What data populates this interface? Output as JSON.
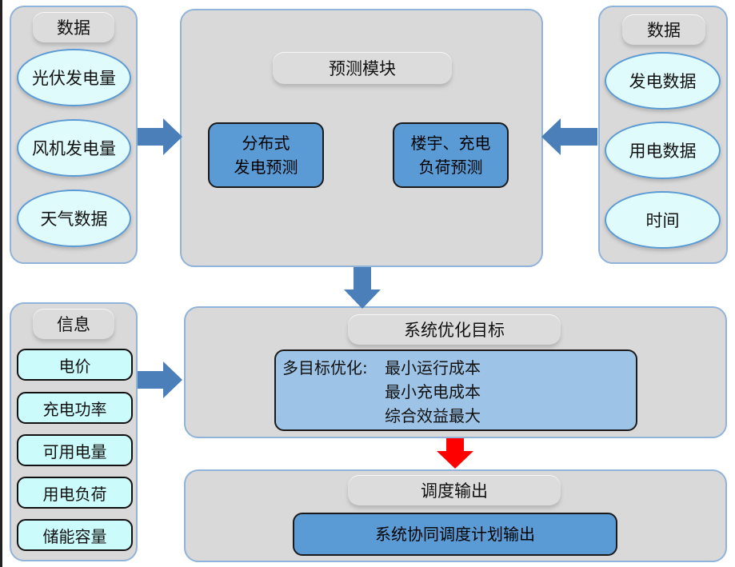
{
  "left_data": {
    "title": "数据",
    "items": [
      "光伏发电量",
      "风机发电量",
      "天气数据"
    ]
  },
  "prediction": {
    "title": "预测模块",
    "box1_line1": "分布式",
    "box1_line2": "发电预测",
    "box2_line1": "楼宇、充电",
    "box2_line2": "负荷预测"
  },
  "right_data": {
    "title": "数据",
    "items": [
      "发电数据",
      "用电数据",
      "时间"
    ]
  },
  "info": {
    "title": "信息",
    "items": [
      "电价",
      "充电功率",
      "可用电量",
      "用电负荷",
      "储能容量"
    ]
  },
  "optimization": {
    "title": "系统优化目标",
    "label": "多目标优化:",
    "goals": [
      "最小运行成本",
      "最小充电成本",
      "综合效益最大"
    ]
  },
  "dispatch": {
    "title": "调度输出",
    "output": "系统协同调度计划输出"
  },
  "colors": {
    "arrow_blue": "#4a7fba",
    "arrow_red": "#ff0000",
    "panel_gray": "#d9d9d9",
    "ellipse_fill": "#e0fbfb",
    "accent_blue": "#5b9bd5",
    "light_blue": "#9dc3e6"
  }
}
